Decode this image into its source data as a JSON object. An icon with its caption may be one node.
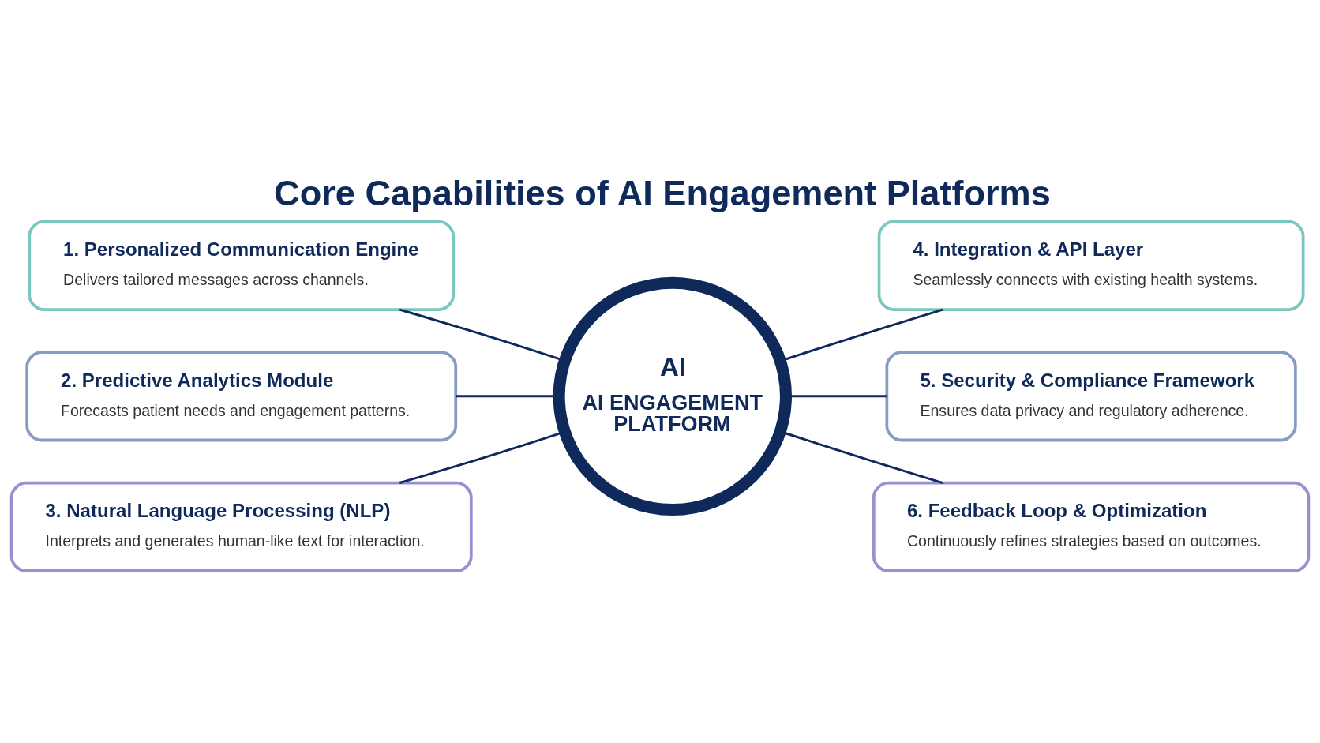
{
  "diagram": {
    "title": "Core Capabilities of AI Engagement Platforms",
    "nodes": [
      {
        "text": [
          "1. Personalized Communication Engine",
          "Delivers tailored messages across channels."
        ]
      },
      {
        "text": [
          "4. Integration & API Layer",
          "Seamlessly connects with existing health systems."
        ]
      },
      {
        "text": [
          "2. Predictive Analytics Module",
          "Forecasts patient needs and engagement patterns."
        ]
      },
      {
        "text": [
          "AI",
          "AI ENGAGEMENT PLATFORM"
        ]
      },
      {
        "text": [
          "5. Security & Compliance Framework",
          "Ensures data privacy and regulatory adherence."
        ]
      },
      {
        "text": [
          "3. Natural Language Processing (NLP)",
          "Interprets and generates human-like text for interaction."
        ]
      },
      {
        "text": [
          "6. Feedback Loop & Optimization",
          "Continuously refines strategies based on outcomes."
        ]
      }
    ],
    "edges": [
      {
        "from": 0,
        "to": 3,
        "arrow": "none"
      },
      {
        "from": 2,
        "to": 3,
        "arrow": "none"
      },
      {
        "from": 5,
        "to": 3,
        "arrow": "none"
      },
      {
        "from": 3,
        "to": 1,
        "arrow": "none"
      },
      {
        "from": 3,
        "to": 4,
        "arrow": "none"
      },
      {
        "from": 3,
        "to": 6,
        "arrow": "none"
      }
    ]
  }
}
